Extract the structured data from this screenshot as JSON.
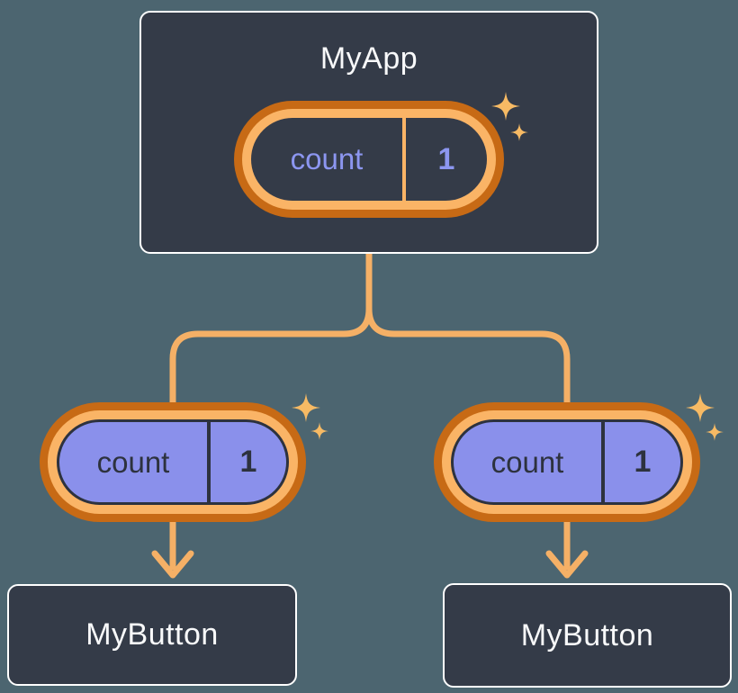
{
  "diagram": {
    "description": "React component tree: parent state passed down as props",
    "app_node": {
      "title": "MyApp",
      "state_pill": {
        "label": "count",
        "value": "1"
      }
    },
    "button_nodes": [
      {
        "title": "MyButton",
        "prop_pill": {
          "label": "count",
          "value": "1"
        }
      },
      {
        "title": "MyButton",
        "prop_pill": {
          "label": "count",
          "value": "1"
        }
      }
    ]
  },
  "colors": {
    "background": "#4C6570",
    "node_fill": "#343B48",
    "node_border": "#FFFFFF",
    "node_text": "#F8F9FA",
    "ring_outer_orange": "#C76A15",
    "ring_inner_orange": "#FAB466",
    "connector_orange": "#F5B066",
    "sparkle_gold": "#F7BA64",
    "prop_pill_purple": "#8A90EB",
    "state_text_purple": "#8C96F0",
    "dark_navy_text": "#2D323E"
  }
}
